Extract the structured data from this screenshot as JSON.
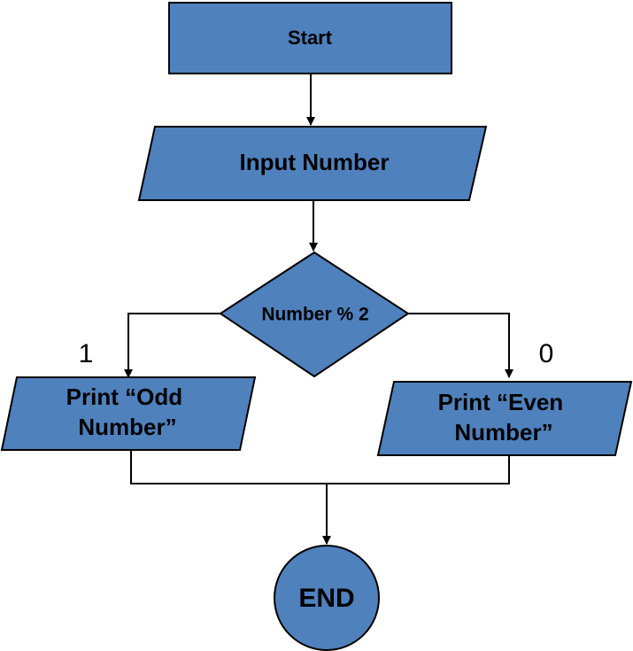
{
  "colors": {
    "node_fill": "#4f81bd",
    "stroke": "#000000",
    "text": "#000000",
    "background": "#ffffff"
  },
  "nodes": {
    "start": {
      "label": "Start",
      "shape": "rectangle"
    },
    "input": {
      "label": "Input Number",
      "shape": "parallelogram"
    },
    "decision": {
      "label": "Number % 2",
      "shape": "diamond"
    },
    "odd": {
      "line1": "Print “Odd",
      "line2": "Number”",
      "shape": "parallelogram"
    },
    "even": {
      "line1": "Print “Even",
      "line2": "Number”",
      "shape": "parallelogram"
    },
    "end": {
      "label": "END",
      "shape": "circle"
    }
  },
  "branches": {
    "odd": "1",
    "even": "0"
  }
}
